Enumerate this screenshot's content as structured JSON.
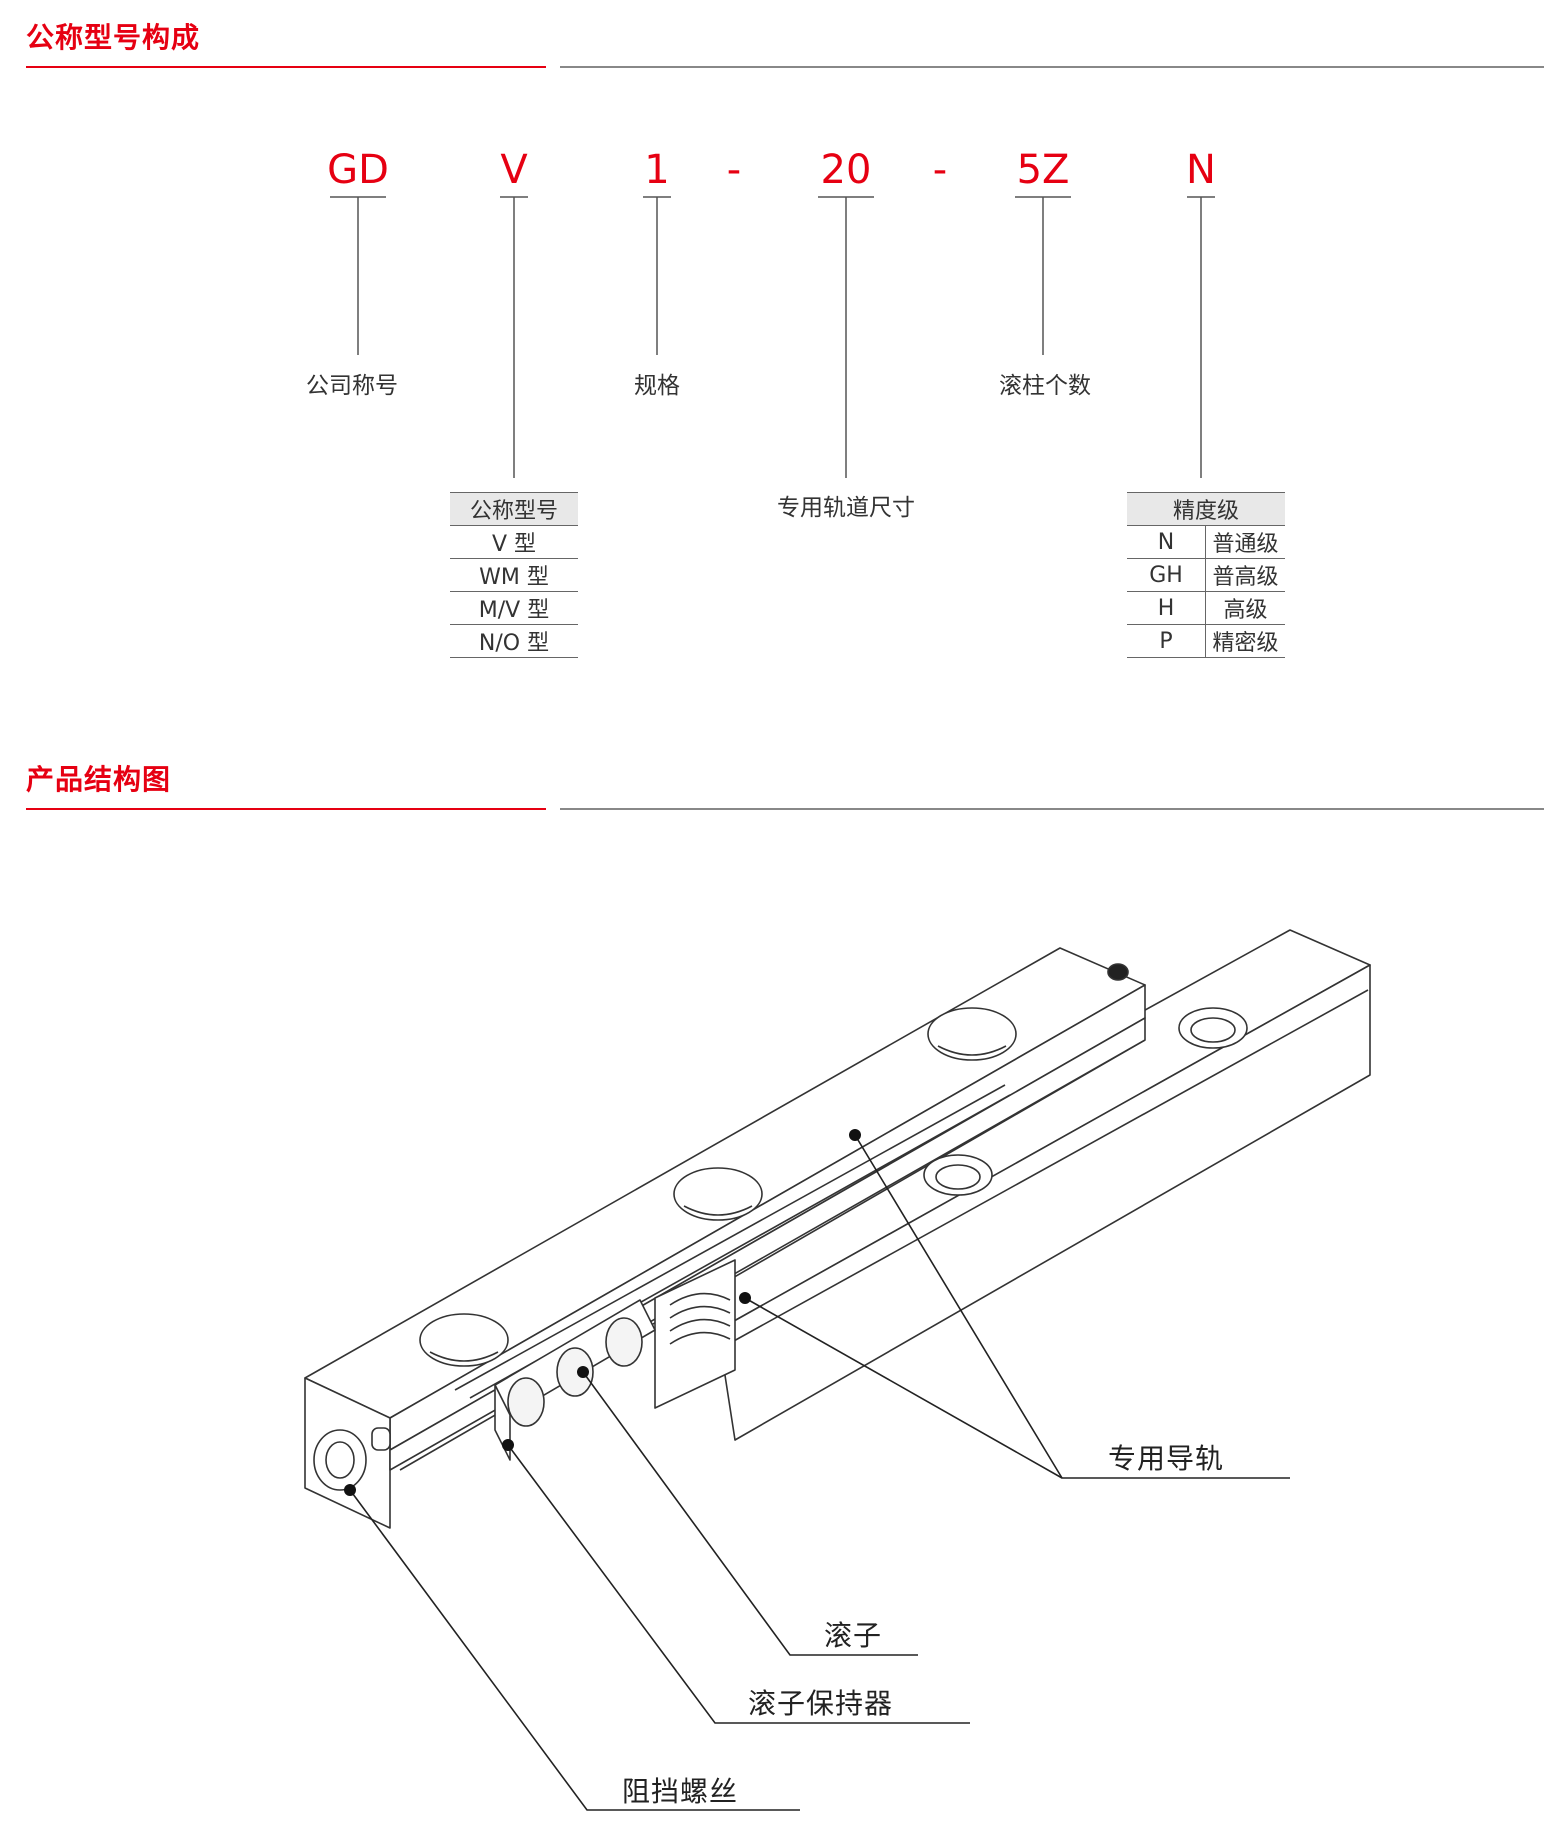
{
  "sections": {
    "model_title": "公称型号构成",
    "structure_title": "产品结构图"
  },
  "model_code": {
    "parts": [
      "GD",
      "V",
      "1",
      "-",
      "20",
      "-",
      "5Z",
      "N"
    ]
  },
  "labels": {
    "company": "公司称号",
    "spec": "规格",
    "roller_count": "滚柱个数",
    "rail_size": "专用轨道尺寸"
  },
  "type_table": {
    "header": "公称型号",
    "rows": [
      "V 型",
      "WM 型",
      "M/V 型",
      "N/O 型"
    ]
  },
  "grade_table": {
    "header": "精度级",
    "rows": [
      {
        "code": "N",
        "name": "普通级"
      },
      {
        "code": "GH",
        "name": "普高级"
      },
      {
        "code": "H",
        "name": "高级"
      },
      {
        "code": "P",
        "name": "精密级"
      }
    ]
  },
  "callouts": {
    "rail": "专用导轨",
    "roller": "滚子",
    "cage": "滚子保持器",
    "screw": "阻挡螺丝"
  },
  "colors": {
    "accent": "#e60012",
    "rule_gray": "#888888"
  }
}
